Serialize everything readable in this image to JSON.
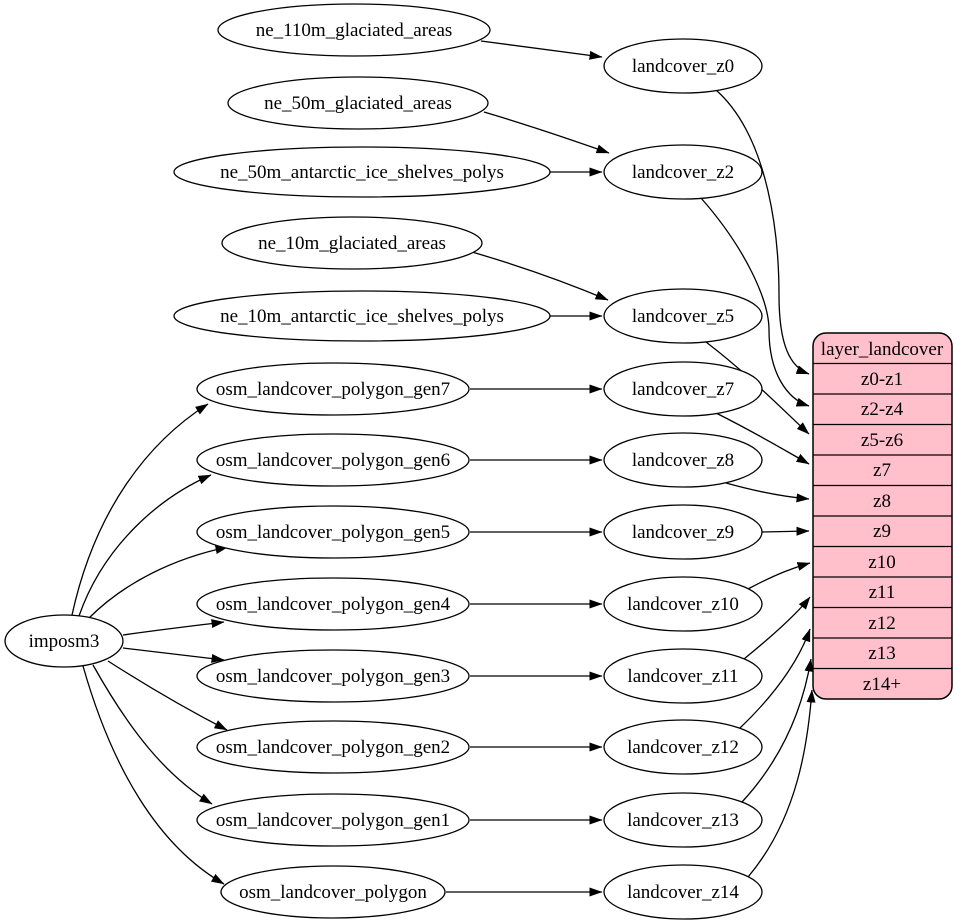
{
  "diagram": {
    "background_color": "#ffffff",
    "node_fill": "#ffffff",
    "node_stroke": "#000000",
    "edge_color": "#000000",
    "text_color": "#000000",
    "table_fill": "#ffc0cb"
  },
  "nodes": {
    "imposm3": {
      "label": "imposm3"
    },
    "ne_110m_glaciated_areas": {
      "label": "ne_110m_glaciated_areas"
    },
    "ne_50m_glaciated_areas": {
      "label": "ne_50m_glaciated_areas"
    },
    "ne_50m_antarctic_ice_shelves_polys": {
      "label": "ne_50m_antarctic_ice_shelves_polys"
    },
    "ne_10m_glaciated_areas": {
      "label": "ne_10m_glaciated_areas"
    },
    "ne_10m_antarctic_ice_shelves_polys": {
      "label": "ne_10m_antarctic_ice_shelves_polys"
    },
    "osm_landcover_polygon_gen7": {
      "label": "osm_landcover_polygon_gen7"
    },
    "osm_landcover_polygon_gen6": {
      "label": "osm_landcover_polygon_gen6"
    },
    "osm_landcover_polygon_gen5": {
      "label": "osm_landcover_polygon_gen5"
    },
    "osm_landcover_polygon_gen4": {
      "label": "osm_landcover_polygon_gen4"
    },
    "osm_landcover_polygon_gen3": {
      "label": "osm_landcover_polygon_gen3"
    },
    "osm_landcover_polygon_gen2": {
      "label": "osm_landcover_polygon_gen2"
    },
    "osm_landcover_polygon_gen1": {
      "label": "osm_landcover_polygon_gen1"
    },
    "osm_landcover_polygon": {
      "label": "osm_landcover_polygon"
    },
    "landcover_z0": {
      "label": "landcover_z0"
    },
    "landcover_z2": {
      "label": "landcover_z2"
    },
    "landcover_z5": {
      "label": "landcover_z5"
    },
    "landcover_z7": {
      "label": "landcover_z7"
    },
    "landcover_z8": {
      "label": "landcover_z8"
    },
    "landcover_z9": {
      "label": "landcover_z9"
    },
    "landcover_z10": {
      "label": "landcover_z10"
    },
    "landcover_z11": {
      "label": "landcover_z11"
    },
    "landcover_z12": {
      "label": "landcover_z12"
    },
    "landcover_z13": {
      "label": "landcover_z13"
    },
    "landcover_z14": {
      "label": "landcover_z14"
    }
  },
  "table": {
    "title": "layer_landcover",
    "rows": [
      "z0-z1",
      "z2-z4",
      "z5-z6",
      "z7",
      "z8",
      "z9",
      "z10",
      "z11",
      "z12",
      "z13",
      "z14+"
    ]
  },
  "edges": [
    {
      "from": "imposm3",
      "to": "osm_landcover_polygon_gen7"
    },
    {
      "from": "imposm3",
      "to": "osm_landcover_polygon_gen6"
    },
    {
      "from": "imposm3",
      "to": "osm_landcover_polygon_gen5"
    },
    {
      "from": "imposm3",
      "to": "osm_landcover_polygon_gen4"
    },
    {
      "from": "imposm3",
      "to": "osm_landcover_polygon_gen3"
    },
    {
      "from": "imposm3",
      "to": "osm_landcover_polygon_gen2"
    },
    {
      "from": "imposm3",
      "to": "osm_landcover_polygon_gen1"
    },
    {
      "from": "imposm3",
      "to": "osm_landcover_polygon"
    },
    {
      "from": "ne_110m_glaciated_areas",
      "to": "landcover_z0"
    },
    {
      "from": "ne_50m_glaciated_areas",
      "to": "landcover_z2"
    },
    {
      "from": "ne_50m_antarctic_ice_shelves_polys",
      "to": "landcover_z2"
    },
    {
      "from": "ne_10m_glaciated_areas",
      "to": "landcover_z5"
    },
    {
      "from": "ne_10m_antarctic_ice_shelves_polys",
      "to": "landcover_z5"
    },
    {
      "from": "osm_landcover_polygon_gen7",
      "to": "landcover_z7"
    },
    {
      "from": "osm_landcover_polygon_gen6",
      "to": "landcover_z8"
    },
    {
      "from": "osm_landcover_polygon_gen5",
      "to": "landcover_z9"
    },
    {
      "from": "osm_landcover_polygon_gen4",
      "to": "landcover_z10"
    },
    {
      "from": "osm_landcover_polygon_gen3",
      "to": "landcover_z11"
    },
    {
      "from": "osm_landcover_polygon_gen2",
      "to": "landcover_z12"
    },
    {
      "from": "osm_landcover_polygon_gen1",
      "to": "landcover_z13"
    },
    {
      "from": "osm_landcover_polygon",
      "to": "landcover_z14"
    },
    {
      "from": "landcover_z0",
      "to": "layer_landcover.z0-z1"
    },
    {
      "from": "landcover_z2",
      "to": "layer_landcover.z2-z4"
    },
    {
      "from": "landcover_z5",
      "to": "layer_landcover.z5-z6"
    },
    {
      "from": "landcover_z7",
      "to": "layer_landcover.z7"
    },
    {
      "from": "landcover_z8",
      "to": "layer_landcover.z8"
    },
    {
      "from": "landcover_z9",
      "to": "layer_landcover.z9"
    },
    {
      "from": "landcover_z10",
      "to": "layer_landcover.z10"
    },
    {
      "from": "landcover_z11",
      "to": "layer_landcover.z11"
    },
    {
      "from": "landcover_z12",
      "to": "layer_landcover.z12"
    },
    {
      "from": "landcover_z13",
      "to": "layer_landcover.z13"
    },
    {
      "from": "landcover_z14",
      "to": "layer_landcover.z14+"
    }
  ]
}
